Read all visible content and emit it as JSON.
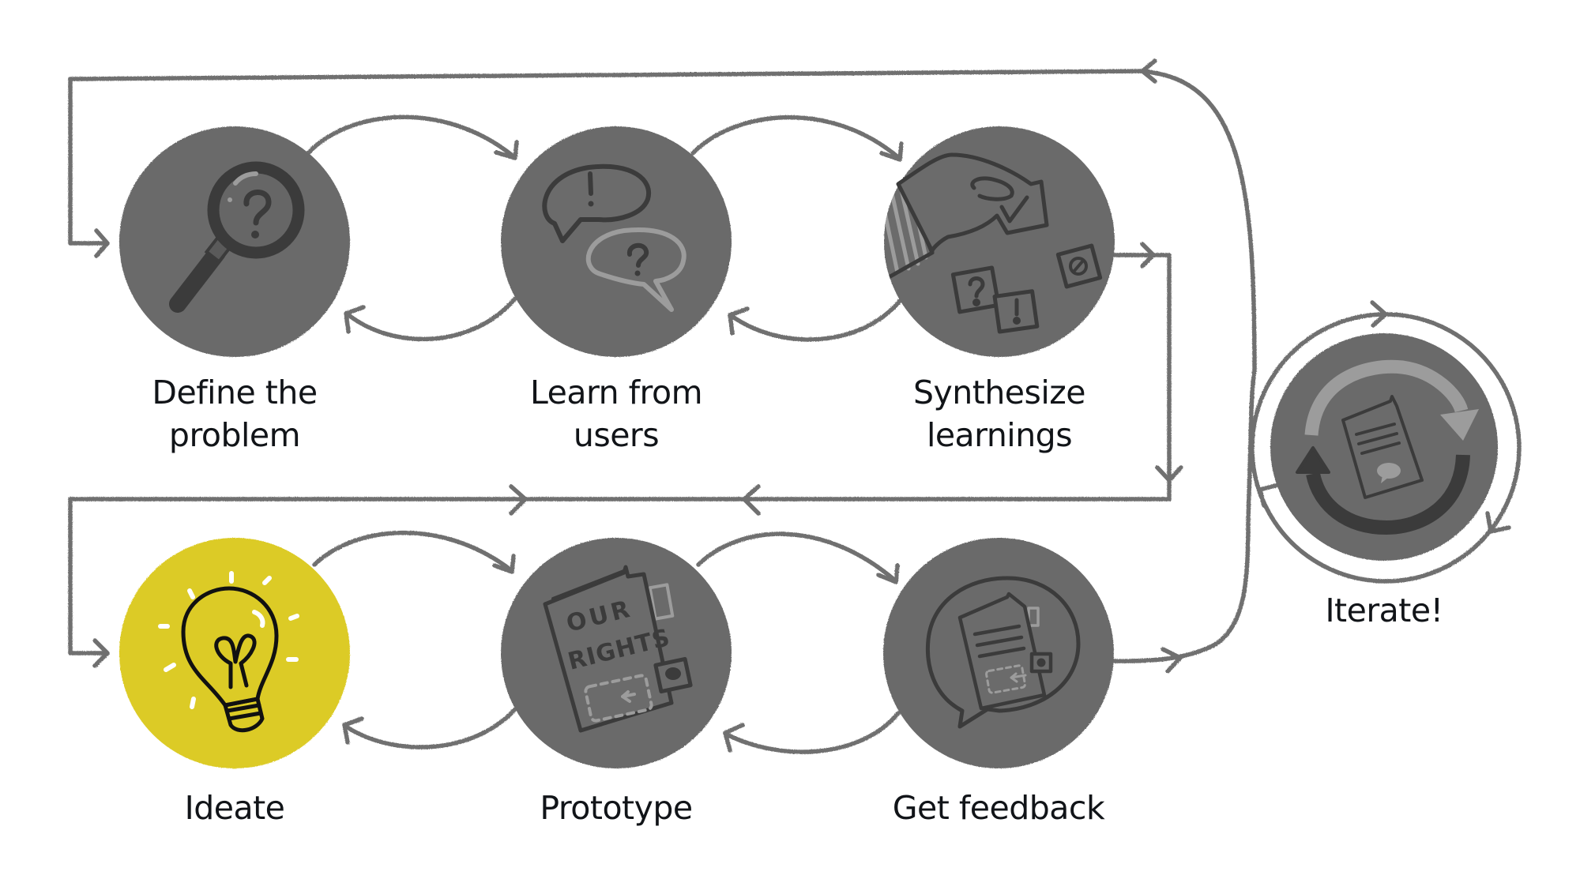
{
  "diagram": {
    "title": "Human-centered design process",
    "colors": {
      "connector": "#707070",
      "step_fill": "#6b6b6b",
      "icon_dark": "#3b3b3b",
      "icon_light": "#9c9c9c",
      "highlight_fill": "#dccb28",
      "label_text": "#111418"
    },
    "steps": [
      {
        "id": "define",
        "label_line1": "Define the",
        "label_line2": "problem",
        "icon": "magnifier-question-icon",
        "highlighted": false
      },
      {
        "id": "learn",
        "label_line1": "Learn from",
        "label_line2": "users",
        "icon": "speech-bubbles-icon",
        "highlighted": false
      },
      {
        "id": "synthesize",
        "label_line1": "Synthesize",
        "label_line2": "learnings",
        "icon": "hand-sticky-notes-icon",
        "highlighted": false
      },
      {
        "id": "ideate",
        "label_line1": "Ideate",
        "label_line2": "",
        "icon": "lightbulb-icon",
        "highlighted": true
      },
      {
        "id": "prototype",
        "label_line1": "Prototype",
        "label_line2": "",
        "icon": "booklet-icon",
        "highlighted": false
      },
      {
        "id": "feedback",
        "label_line1": "Get feedback",
        "label_line2": "",
        "icon": "booklet-speech-bubble-icon",
        "highlighted": false
      },
      {
        "id": "iterate",
        "label_line1": "Iterate!",
        "label_line2": "",
        "icon": "cycle-arrows-booklet-icon",
        "highlighted": false
      }
    ],
    "booklet_text_line1": "OUR",
    "booklet_text_line2": "RIGHTS",
    "flows": [
      {
        "from": "define",
        "to": "learn",
        "bidirectional": true
      },
      {
        "from": "learn",
        "to": "synthesize",
        "bidirectional": true
      },
      {
        "from": "synthesize",
        "to": "ideate",
        "via": "middle-bus"
      },
      {
        "from": "ideate",
        "to": "prototype",
        "bidirectional": true
      },
      {
        "from": "prototype",
        "to": "feedback",
        "bidirectional": true
      },
      {
        "from": "feedback",
        "to": "iterate"
      },
      {
        "from": "iterate",
        "to": "define",
        "via": "top-bus"
      },
      {
        "from": "iterate",
        "to": "iterate",
        "loop": true
      }
    ]
  }
}
